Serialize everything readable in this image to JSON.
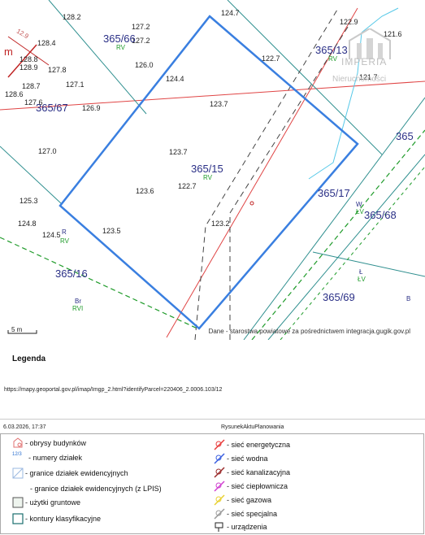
{
  "map": {
    "elevations": [
      "128.2",
      "127.2",
      "127.2",
      "128.4",
      "128.8",
      "126.0",
      "128.9",
      "127.8",
      "124.4",
      "128.7",
      "127.1",
      "124.7",
      "122.7",
      "122.9",
      "121.6",
      "121.7",
      "128.6",
      "127.6",
      "126.9",
      "123.7",
      "127.0",
      "123.7",
      "122.7",
      "123.6",
      "125.3",
      "124.8",
      "123.2",
      "124.5",
      "123.5"
    ],
    "parcels": [
      "365/66",
      "365/13",
      "365/67",
      "365/15",
      "365",
      "365/17",
      "365/68",
      "365/16",
      "365/69"
    ],
    "landuse": [
      "RV",
      "RV",
      "RV",
      "R",
      "RV",
      "W",
      "ŁV",
      "Ł",
      "ŁV",
      "Br",
      "RVI",
      "B"
    ],
    "misc": [
      "m",
      "12.9"
    ],
    "scale": "5 m",
    "attribution": "Dane - starostwa powiatowe za pośrednictwem integracja.gugik.gov.pl",
    "watermark": {
      "name": "IMPERIA",
      "sub": "Nieruchomości"
    }
  },
  "legend_title": "Legenda",
  "url": "https://mapy.geoportal.gov.pl/imap/Imgp_2.html?identifyParcel=220406_2.0006.103/12",
  "date": "6.03.2026, 17:37",
  "doc_title": "RysunekAktuPlanowania",
  "legend": {
    "left": [
      "- obrysy budynków",
      "- numery działek",
      "- granice działek ewidencyjnych",
      "- granice działek ewidencyjnych (z LPIS)",
      "- użytki gruntowe",
      "- kontury klasyfikacyjne"
    ],
    "right": [
      "- sieć energetyczna",
      "- sieć wodna",
      "- sieć kanalizacyjna",
      "- sieć ciepłownicza",
      "- sieć gazowa",
      "- sieć specjalna",
      "- urządzenia"
    ],
    "sample_number": "12/3"
  },
  "colors": {
    "parcel_label": "#2a2f86",
    "landuse": "#1f9b2a",
    "highlight": "#3a7fe0",
    "power": "#e83a3a",
    "water": "#55c8e8"
  }
}
